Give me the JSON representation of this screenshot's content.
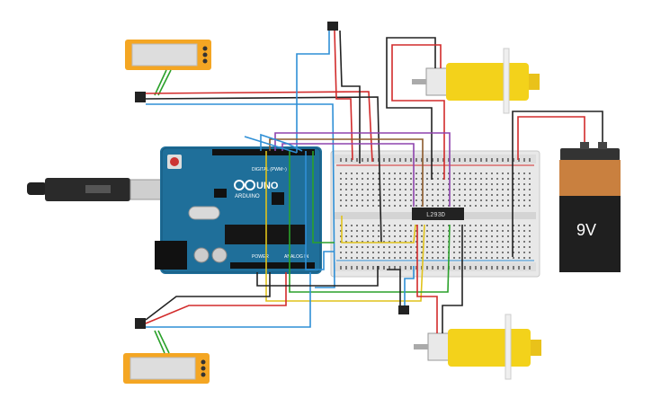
{
  "arduino": {
    "brand": "ARDUINO",
    "model": "UNO",
    "digital_label": "DIGITAL (PWM~)",
    "power_label": "POWER",
    "analog_label": "ANALOG IN",
    "board_color": "#1f6f9a"
  },
  "driver_ic": {
    "label": "L293D"
  },
  "battery": {
    "label": "9V",
    "body_color": "#222222",
    "band_color": "#c9803f"
  },
  "motors": {
    "body_color": "#f3d21b"
  },
  "displays": {
    "frame_color": "#f4a623"
  },
  "wire_colors": {
    "red": "#d22b2b",
    "black": "#222222",
    "blue": "#2f8fd6",
    "green": "#2aa12a",
    "yellow": "#e0c21a",
    "purple": "#8e44ad",
    "brown": "#8b5a2b"
  }
}
